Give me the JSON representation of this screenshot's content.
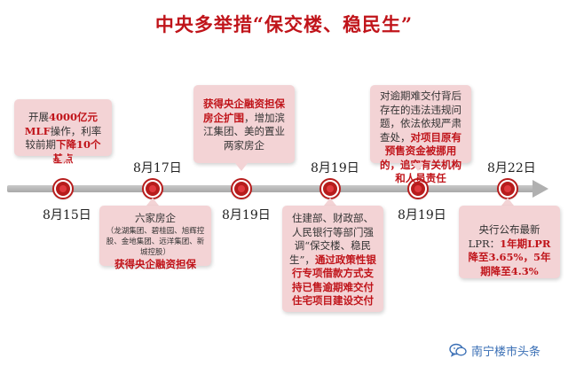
{
  "title": "中央多举措“保交楼、稳民生”",
  "timeline": {
    "events": [
      {
        "date": "8月15日",
        "card": {
          "text_a": "开展",
          "highlight_a": "4000亿元MLF",
          "text_b": "操作，利率较前期",
          "highlight_b": "下降10个基点"
        }
      },
      {
        "date": "8月17日",
        "card": {
          "text_a": "六家房企",
          "small": "（龙湖集团、碧桂园、旭辉控股、金地集团、远洋集团、新城控股）",
          "highlight": "获得央企融资担保"
        }
      },
      {
        "date": "8月19日",
        "card": {
          "highlight": "获得央企融资担保房企扩围",
          "text": "，增加滨江集团、美的置业两家房企"
        }
      },
      {
        "date": "8月19日",
        "card": {
          "text": "住建部、财政部、人民银行等部门强调“保交楼、稳民生”，",
          "highlight": "通过政策性银行专项借款方式支持已售逾期难交付住宅项目建设交付"
        }
      },
      {
        "date": "8月19日",
        "card": {
          "text": "对逾期难交付背后存在的违法违规问题，依法依规严肃查处，",
          "highlight": "对项目原有预售资金被挪用的，追究有关机构和人员责任"
        }
      },
      {
        "date": "8月22日",
        "card": {
          "text": "央行公布最新LPR：",
          "highlight": "1年期LPR降至3.65%，5年期降至4.3%"
        }
      }
    ]
  },
  "watermark": {
    "text": "南宁楼市头条",
    "icon": "wechat-icon"
  }
}
